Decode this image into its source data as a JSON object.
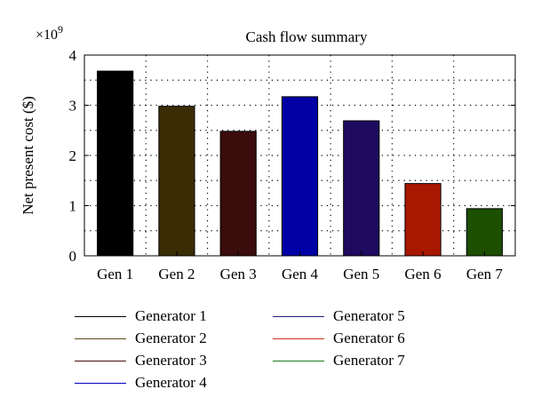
{
  "chart_data": {
    "type": "bar",
    "title": "Cash flow summary",
    "ylabel": "Net present cost ($)",
    "xlabel": "",
    "scale_label": "×10",
    "scale_exponent": "9",
    "categories": [
      "Gen 1",
      "Gen 2",
      "Gen 3",
      "Gen 4",
      "Gen 5",
      "Gen 6",
      "Gen 7"
    ],
    "values": [
      3.68,
      2.98,
      2.48,
      3.17,
      2.69,
      1.44,
      0.94
    ],
    "colors": [
      "#000000",
      "#3a2c05",
      "#3a0c0c",
      "#0000a6",
      "#1e0a5e",
      "#a81800",
      "#1c4f00"
    ],
    "yticks": [
      "0",
      "1",
      "2",
      "3",
      "4"
    ],
    "ylim": [
      0,
      4
    ],
    "grid": true,
    "legend": {
      "placement": "bottom",
      "entries": [
        {
          "label": "Generator 1",
          "color": "#000000"
        },
        {
          "label": "Generator 2",
          "color": "#5a4a1a"
        },
        {
          "label": "Generator 3",
          "color": "#4a1010"
        },
        {
          "label": "Generator 4",
          "color": "#0000c0"
        },
        {
          "label": "Generator 5",
          "color": "#20207a"
        },
        {
          "label": "Generator 6",
          "color": "#d03020"
        },
        {
          "label": "Generator 7",
          "color": "#1f7a1f"
        }
      ]
    }
  }
}
